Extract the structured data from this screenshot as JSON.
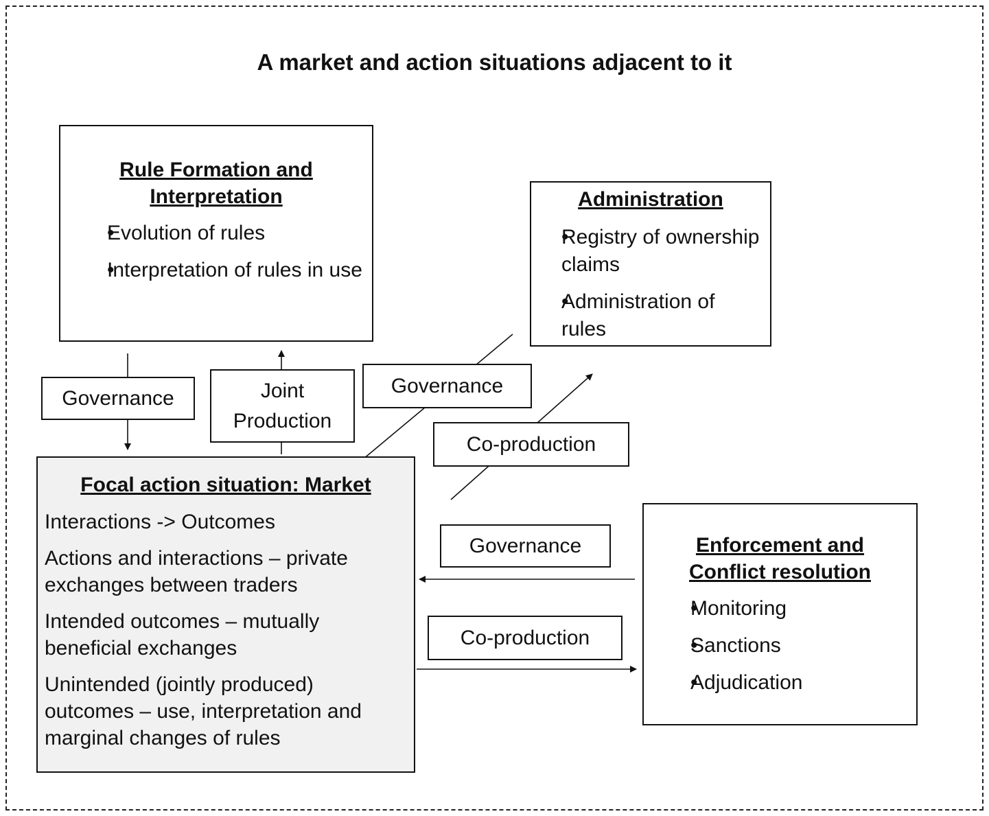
{
  "title": "A market and action situations adjacent to it",
  "rule_box": {
    "heading": "Rule Formation and Interpretation",
    "items": [
      "Evolution of rules",
      "Interpretation of rules in use"
    ]
  },
  "admin_box": {
    "heading": "Administration",
    "items": [
      "Registry of ownership claims",
      "Administration of rules"
    ]
  },
  "market_box": {
    "heading": "Focal action situation: Market",
    "lines": [
      "Interactions -> Outcomes",
      "Actions and interactions – private exchanges between traders",
      "Intended outcomes – mutually beneficial exchanges",
      "Unintended (jointly produced) outcomes – use, interpretation and marginal changes of rules"
    ]
  },
  "enforce_box": {
    "heading": "Enforcement and Conflict resolution",
    "items": [
      "Monitoring",
      "Sanctions",
      "Adjudication"
    ]
  },
  "labels": {
    "governance_left": "Governance",
    "joint_production": "Joint Production",
    "governance_mid": "Governance",
    "coproduction_mid": "Co-production",
    "governance_right": "Governance",
    "coproduction_right": "Co-production"
  }
}
